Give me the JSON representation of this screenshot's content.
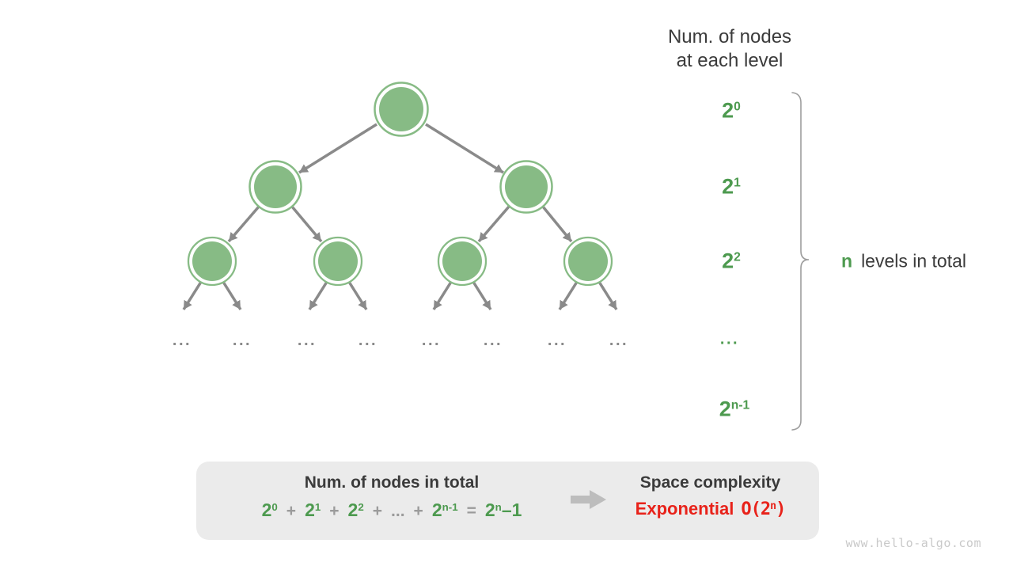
{
  "palette": {
    "node_green": "#87BB85",
    "text_green": "#4D9A4F",
    "edge_gray": "#8A8A8A",
    "operator_gray": "#9B9B9B",
    "heading_dark": "#3B3B3B",
    "box_bg": "#EBEBEB",
    "complexity_red": "#E8221A",
    "watermark_gray": "#C9C9C9"
  },
  "header": {
    "line1": "Num. of nodes",
    "line2": "at each level"
  },
  "level_labels": [
    {
      "base": "2",
      "sup": "0"
    },
    {
      "base": "2",
      "sup": "1"
    },
    {
      "base": "2",
      "sup": "2"
    },
    {
      "dots": "..."
    },
    {
      "base": "2",
      "sup": "n-1"
    }
  ],
  "brace_label": {
    "highlight": "n",
    "text": "levels in total"
  },
  "tree": {
    "ellipsis": "..."
  },
  "summary_box": {
    "left_title": "Num. of nodes in total",
    "formula": {
      "tokens": [
        {
          "t": "2",
          "sup": "0"
        },
        {
          "t": "+"
        },
        {
          "t": "2",
          "sup": "1"
        },
        {
          "t": "+"
        },
        {
          "t": "2",
          "sup": "2"
        },
        {
          "t": "+"
        },
        {
          "t": "..."
        },
        {
          "t": "+"
        },
        {
          "t": "2",
          "sup": "n-1"
        },
        {
          "t": "="
        },
        {
          "t": "2",
          "sup": "n",
          "tail": "–1"
        }
      ]
    },
    "right_title": "Space complexity",
    "complexity": {
      "word": "Exponential",
      "expr_pre": "O(2",
      "expr_sup": "n",
      "expr_post": ")"
    }
  },
  "watermark": "www.hello-algo.com"
}
